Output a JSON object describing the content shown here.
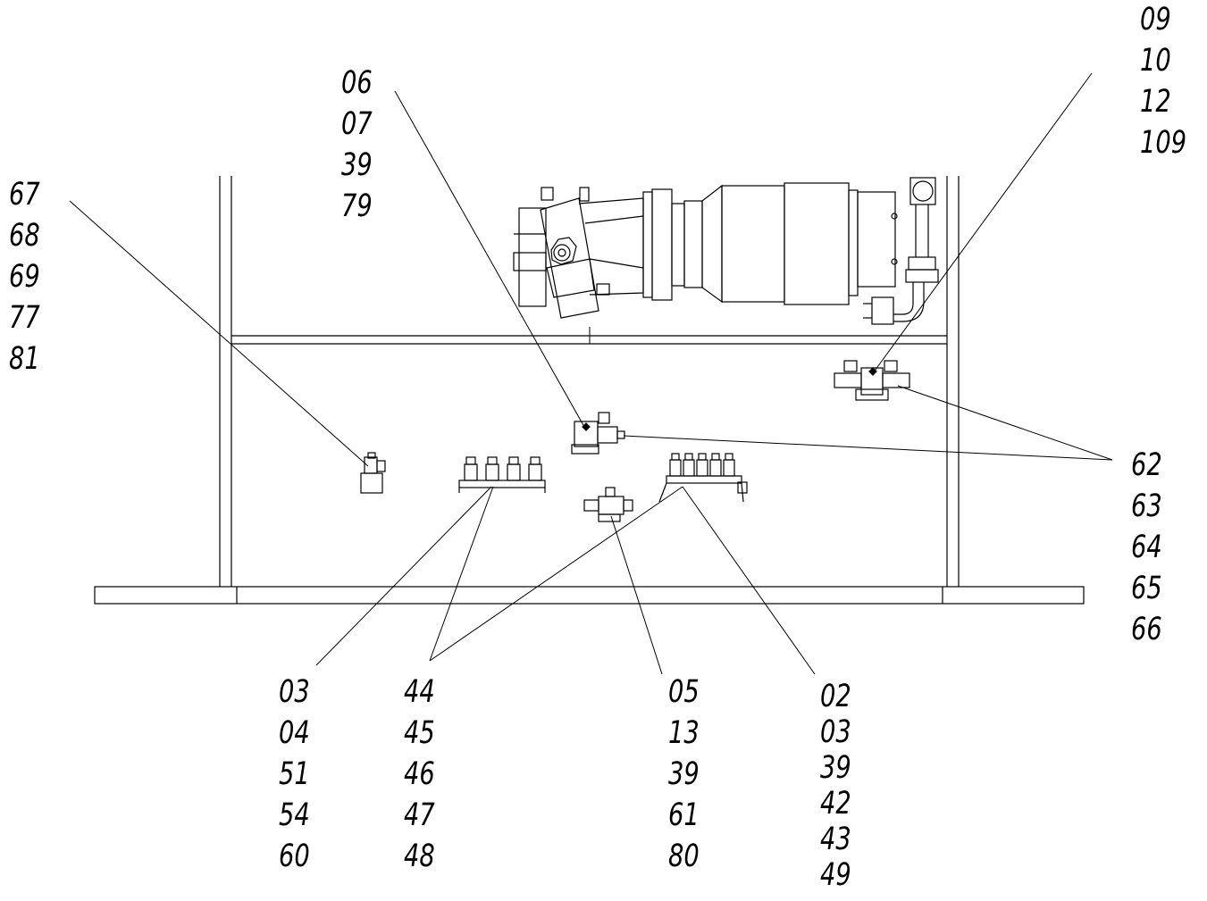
{
  "callouts": [
    {
      "id": "pump-motor-top-right",
      "numbers": [
        "09",
        "10",
        "12",
        "109"
      ]
    },
    {
      "id": "valve-top-center",
      "numbers": [
        "06",
        "07",
        "39",
        "79"
      ]
    },
    {
      "id": "valve-left",
      "numbers": [
        "67",
        "68",
        "69",
        "77",
        "81"
      ]
    },
    {
      "id": "right-group",
      "numbers": [
        "62",
        "63",
        "64",
        "65",
        "66"
      ]
    },
    {
      "id": "manifold-left",
      "numbers": [
        "03",
        "04",
        "51",
        "54",
        "60"
      ]
    },
    {
      "id": "manifold-shared",
      "numbers": [
        "44",
        "45",
        "46",
        "47",
        "48"
      ]
    },
    {
      "id": "center-valve",
      "numbers": [
        "05",
        "13",
        "39",
        "61",
        "80"
      ]
    },
    {
      "id": "manifold-right",
      "numbers": [
        "02",
        "03",
        "39",
        "42",
        "43",
        "49"
      ]
    }
  ]
}
